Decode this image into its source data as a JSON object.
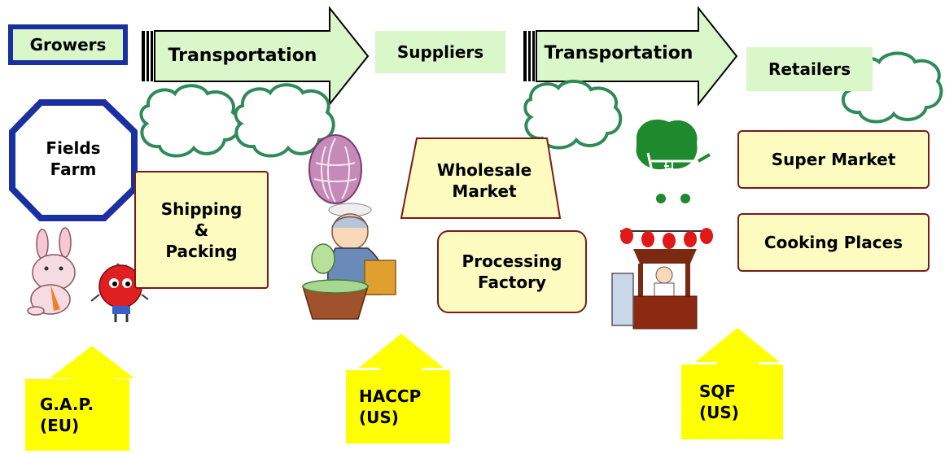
{
  "chain": {
    "growers": "Growers",
    "transport1": "Transportation",
    "suppliers": "Suppliers",
    "transport2": "Transportation",
    "retailers": "Retailers"
  },
  "nodes": {
    "fields_farm": "Fields\nFarm",
    "shipping_packing": "Shipping\n&\nPacking",
    "wholesale_market": "Wholesale\nMarket",
    "processing_factory": "Processing\nFactory",
    "super_market": "Super Market",
    "cooking_places": "Cooking Places"
  },
  "standards": {
    "gap": "G.A.P.\n (EU)",
    "haccp": "HACCP\n  (US)",
    "sqf": "SQF\n  (US)"
  },
  "colors": {
    "arrow_fill": "#d9f7c8",
    "cloud_stroke": "#2e8b57",
    "octagon_border": "#1a2fa0",
    "scroll_fill": "#fdfbbf",
    "standard_fill": "#ffff00"
  },
  "icons": [
    "rabbit-icon",
    "apple-mascot-icon",
    "cabbage-icon",
    "vegetable-vendor-icon",
    "shopping-cart-icon",
    "food-stall-icon"
  ]
}
